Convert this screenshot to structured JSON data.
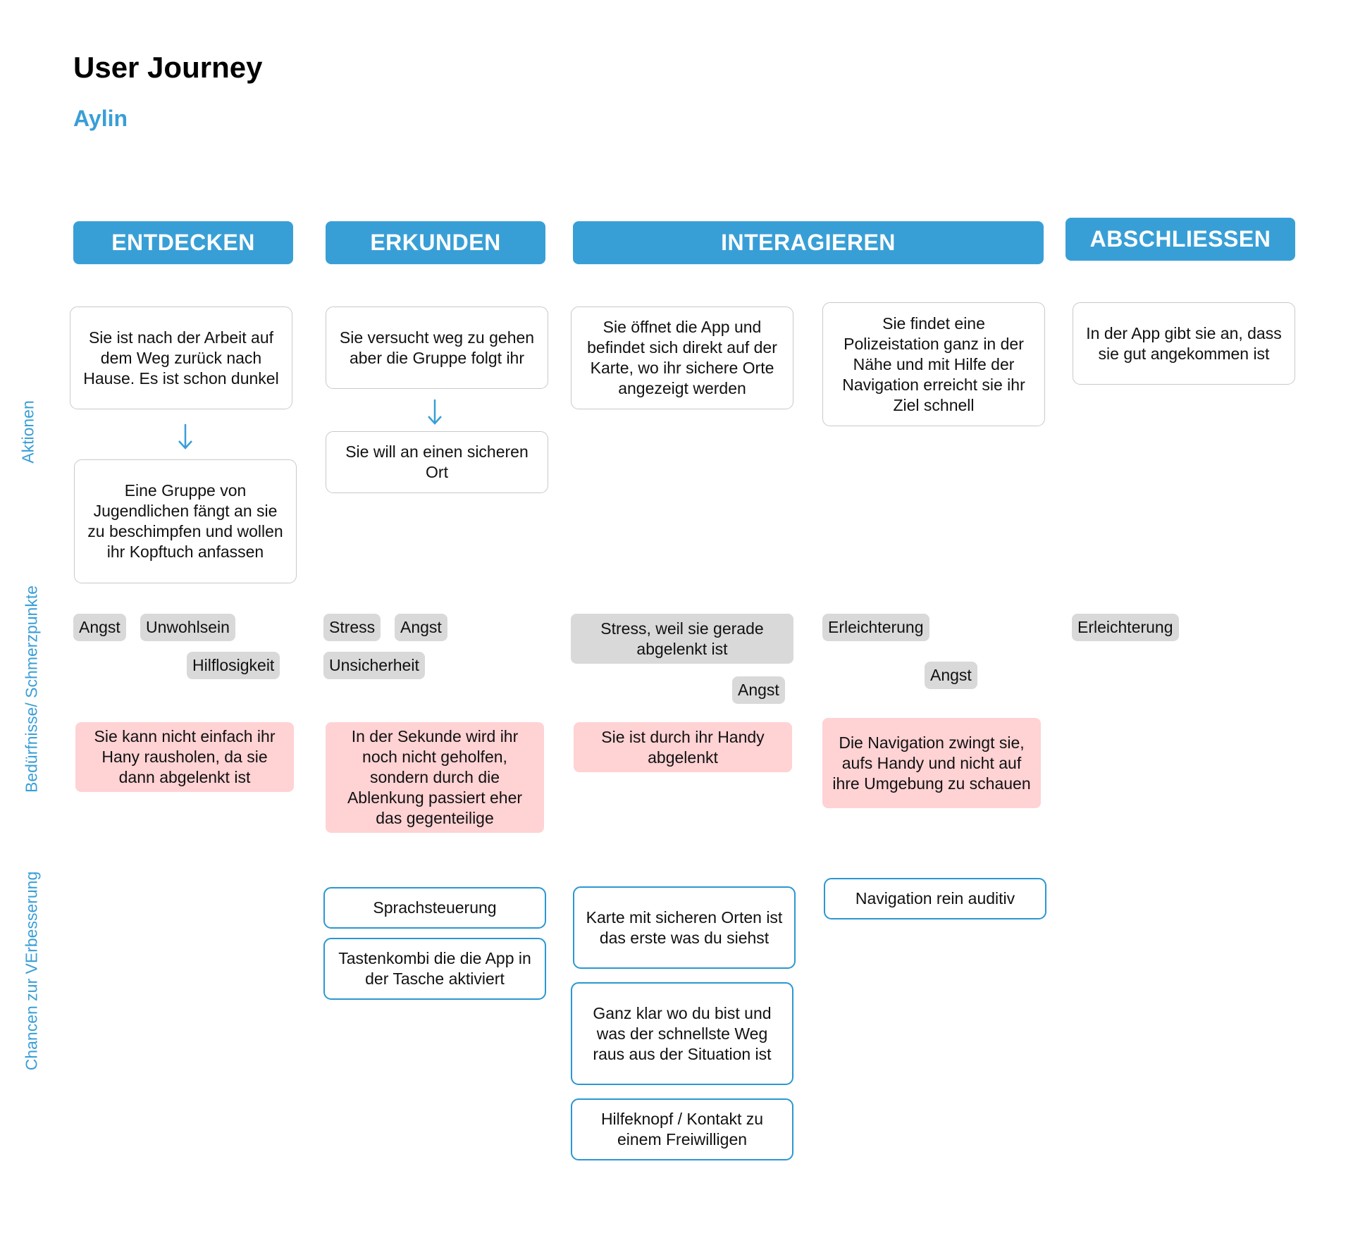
{
  "title": "User Journey",
  "persona": "Aylin",
  "phases": {
    "p1": "ENTDECKEN",
    "p2": "ERKUNDEN",
    "p3": "INTERAGIEREN",
    "p4": "ABSCHLIESSEN"
  },
  "rows": {
    "actions": "Aktionen",
    "needs": "Bedürfnisse/ Schmerzpunkte",
    "chances": "Chancen zur VErbesserung"
  },
  "actions": {
    "a1": "Sie ist nach der Arbeit auf dem Weg zurück nach Hause. Es ist schon dunkel",
    "a2": "Eine Gruppe von Jugendlichen fängt an sie zu beschimpfen und wollen ihr Kopftuch anfassen",
    "a3": "Sie versucht weg zu gehen aber die Gruppe folgt ihr",
    "a4": "Sie will an einen sicheren Ort",
    "a5": "Sie öffnet die App und befindet sich direkt auf der Karte, wo ihr sichere Orte angezeigt werden",
    "a6": "Sie findet eine Polizeistation ganz in der Nähe und mit Hilfe der Navigation erreicht sie ihr Ziel schnell",
    "a7": "In der App gibt sie an, dass sie gut angekommen ist"
  },
  "tags": {
    "t1": "Angst",
    "t2": "Unwohlsein",
    "t3": "Hilflosigkeit",
    "t4": "Stress",
    "t5": "Angst",
    "t6": "Unsicherheit",
    "t7": "Stress, weil sie gerade abgelenkt ist",
    "t8": "Angst",
    "t9": "Erleichterung",
    "t10": "Angst",
    "t11": "Erleichterung"
  },
  "pains": {
    "p1": "Sie kann nicht einfach ihr Hany rausholen, da sie dann abgelenkt ist",
    "p2": "In der Sekunde wird ihr noch nicht geholfen, sondern durch die Ablenkung passiert eher das gegenteilige",
    "p3": "Sie ist durch ihr Handy abgelenkt",
    "p4": "Die Navigation zwingt sie, aufs Handy und nicht auf ihre Umgebung zu schauen"
  },
  "chances": {
    "c1": "Sprachsteuerung",
    "c2": "Tastenkombi die die App in der Tasche aktiviert",
    "c3": "Karte mit sicheren Orten ist das erste was du siehst",
    "c4": "Ganz klar wo du bist und was der schnellste Weg raus aus der Situation ist",
    "c5": "Hilfeknopf / Kontakt zu einem Freiwilligen",
    "c6": "Navigation rein auditiv"
  },
  "colors": {
    "accent": "#389fd6",
    "pain": "#ffd2d4",
    "tag": "#d9d9d9"
  }
}
